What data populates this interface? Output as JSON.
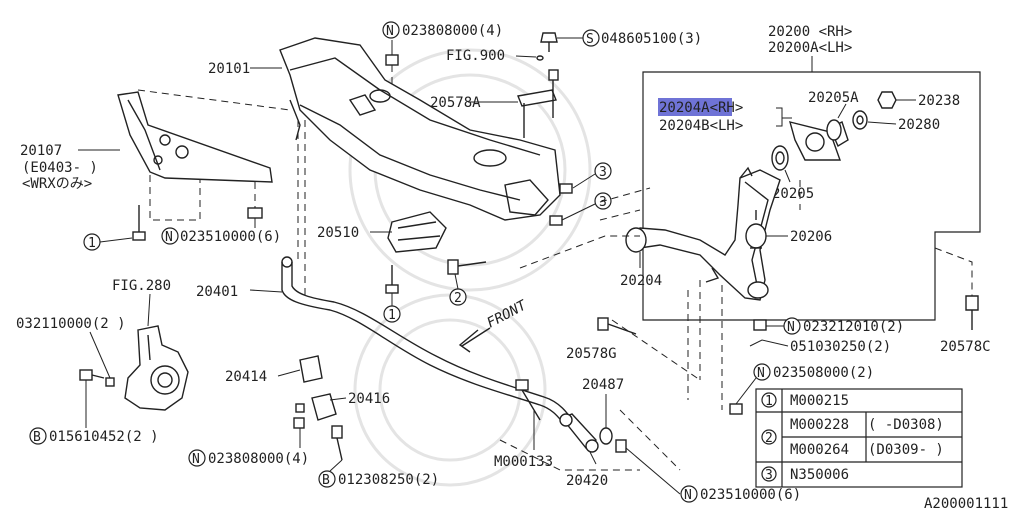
{
  "labels": {
    "p20101": "20101",
    "p20107": "20107",
    "p20107_sub1": "(E0403- )",
    "p20107_sub2": "<WRXのみ>",
    "n023808000_4_top": "023808000(4)",
    "s048605100": "048605100(3)",
    "fig900": "FIG.900",
    "p20578A": "20578A",
    "p20200": "20200 <RH>",
    "p20200A": "20200A<LH>",
    "p20204A": "20204A<RH>",
    "p20204B": "20204B<LH>",
    "p20205A": "20205A",
    "p20238": "20238",
    "p20280": "20280",
    "p20205": "20205",
    "p20206": "20206",
    "p20204": "20204",
    "p20510": "20510",
    "n023510000_6_left": "023510000(6)",
    "fig280": "FIG.280",
    "p20401": "20401",
    "p032110000": "032110000(2 )",
    "p20414": "20414",
    "p20416": "20416",
    "b015610452": "015610452(2 )",
    "n023808000_4_bot": "023808000(4)",
    "b012308250": "012308250(2)",
    "front": "FRONT",
    "n023212010": "023212010(2)",
    "p051030250": "051030250(2)",
    "p20578G": "20578G",
    "p20578C": "20578C",
    "n023508000": "023508000(2)",
    "p20487": "20487",
    "m000133": "M000133",
    "p20420": "20420",
    "n023510000_6_bot": "023510000(6)",
    "footer_code": "A200001111"
  },
  "markers": {
    "n": "N",
    "s": "S",
    "b": "B",
    "c1": "1",
    "c2": "2",
    "c3": "3"
  },
  "table": {
    "rows": [
      {
        "ref": "1",
        "code": "M000215",
        "range": ""
      },
      {
        "ref": "2",
        "code": "M000228",
        "range": "( -D0308)"
      },
      {
        "ref": "",
        "code": "M000264",
        "range": "(D0309- )"
      },
      {
        "ref": "3",
        "code": "N350006",
        "range": ""
      }
    ]
  },
  "colors": {
    "highlight": "#6f73d6",
    "ink": "#222222"
  }
}
